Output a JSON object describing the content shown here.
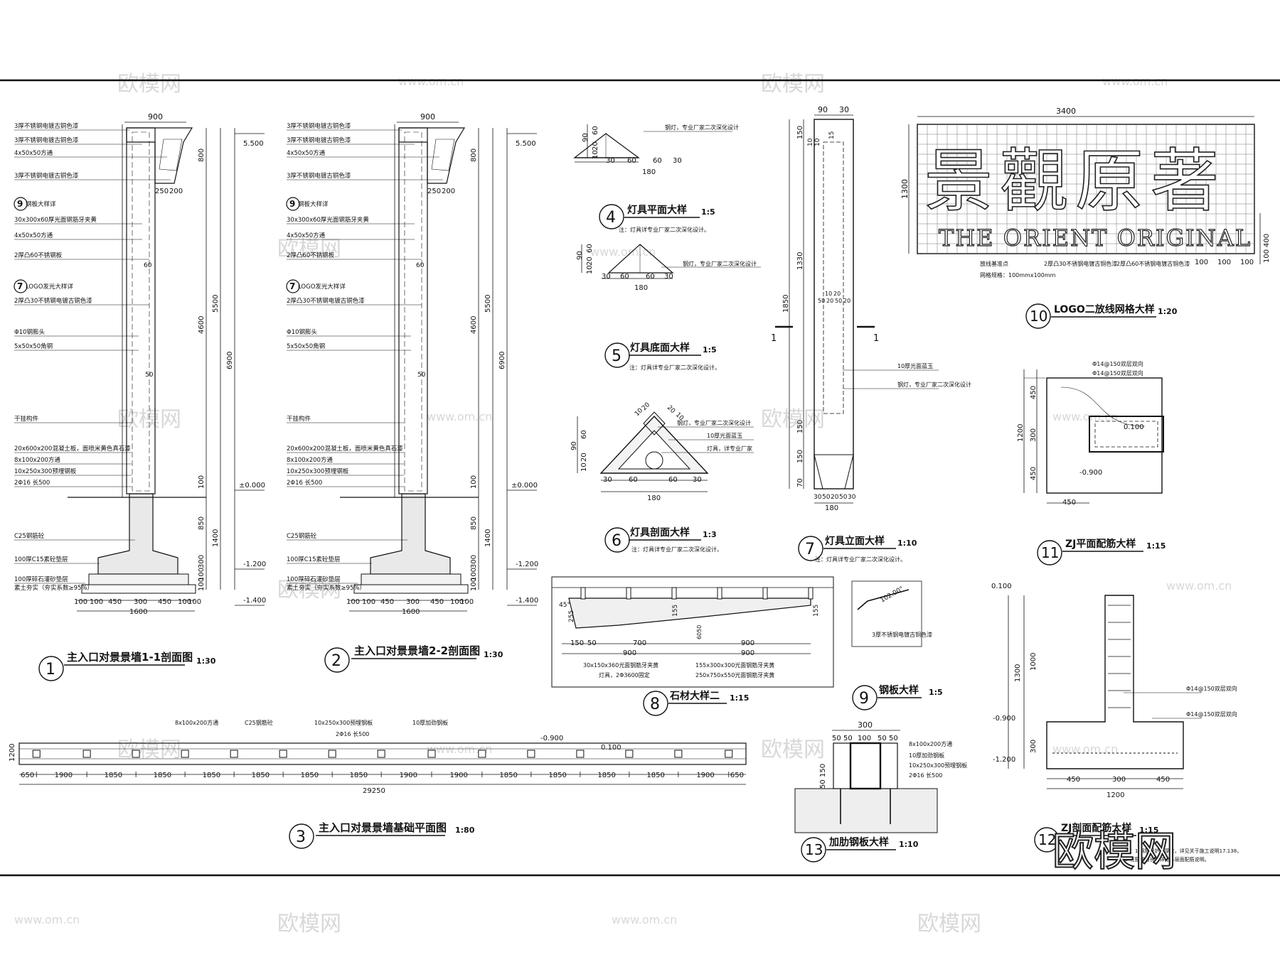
{
  "watermark": {
    "brand": "欧模网",
    "site": "www.om.cn"
  },
  "details": [
    {
      "num": "1",
      "title": "主入口对景景墙1-1剖面图",
      "scale": "1:30"
    },
    {
      "num": "2",
      "title": "主入口对景景墙2-2剖面图",
      "scale": "1:30"
    },
    {
      "num": "3",
      "title": "主入口对景景墙基础平面图",
      "scale": "1:80"
    },
    {
      "num": "4",
      "title": "灯具平面大样",
      "scale": "1:5"
    },
    {
      "num": "5",
      "title": "灯具底面大样",
      "scale": "1:5"
    },
    {
      "num": "6",
      "title": "灯具剖面大样",
      "scale": "1:3"
    },
    {
      "num": "7",
      "title": "灯具立面大样",
      "scale": "1:10"
    },
    {
      "num": "8",
      "title": "石材大样二",
      "scale": "1:15"
    },
    {
      "num": "9",
      "title": "钢板大样",
      "scale": "1:5"
    },
    {
      "num": "10",
      "title": "LOGO二放线网格大样",
      "scale": "1:20"
    },
    {
      "num": "11",
      "title": "ZJ平面配筋大样",
      "scale": "1:15"
    },
    {
      "num": "12",
      "title": "ZJ剖面配筋大样",
      "scale": "1:15"
    },
    {
      "num": "13",
      "title": "加肋钢板大样",
      "scale": "1:10"
    }
  ],
  "section": {
    "top_dim": "900",
    "labels": [
      "3厚不锈钢电镀古铜色漆",
      "3厚不锈钢电镀古铜色漆",
      "4x50x50方通",
      "3厚不锈钢电镀古铜色漆",
      "钢板大样详",
      "30x300x60厚光面钢筋牙夹黄",
      "4x50x50方通",
      "2厚凸60不锈钢板",
      "LOGO发光大样详",
      "2厚凸30不锈钢电镀古铜色漆",
      "Φ10钢膨头",
      "5x50x50角钢",
      "干挂构件",
      "20x600x200混凝土板，面喷米黄色真石漆",
      "8x100x200方通",
      "10x250x300预埋钢板",
      "2Φ16 长500",
      "C25钢筋砼",
      "100厚C15素砼垫层",
      "100厚碎石灌砂垫层",
      "素土夯实（夯实系数≥95%）"
    ],
    "inner_dims": [
      "250",
      "200",
      "60",
      "50"
    ],
    "levels": [
      "5.500",
      "±0.000",
      "-1.200",
      "-1.400"
    ],
    "right_dims": [
      "800",
      "4600",
      "5500",
      "6900",
      "100",
      "850",
      "1400",
      "300",
      "100",
      "100"
    ],
    "bottom_dims": [
      "100",
      "100",
      "450",
      "300",
      "450",
      "100",
      "100"
    ],
    "base_width": "1600"
  },
  "d4": {
    "h": [
      "90",
      "60",
      "20",
      "10"
    ],
    "w": [
      "30",
      "60",
      "60",
      "30"
    ],
    "total": "180",
    "note": "钢灯，专业厂家二次深化设计",
    "sub": "注：灯具详专业厂家二次深化设计。"
  },
  "d6": {
    "top": [
      "10",
      "20",
      "20",
      "10"
    ],
    "h": [
      "90",
      "60",
      "20",
      "10"
    ],
    "w": [
      "30",
      "60",
      "60",
      "30"
    ],
    "total": "180",
    "notes": [
      "钢灯，专业厂家二次深化设计",
      "10厚光面蓝玉",
      "灯具，详专业厂家"
    ]
  },
  "d7": {
    "top": [
      "90",
      "30"
    ],
    "left": [
      "150",
      "10",
      "10",
      "15",
      "1330",
      "1850",
      "150",
      "150",
      "70"
    ],
    "mid": [
      "10",
      "20",
      "50",
      "20",
      "50",
      "20"
    ],
    "bottom": [
      "30",
      "50",
      "20",
      "50",
      "30"
    ],
    "total": "180",
    "section_mark": "1",
    "notes": [
      "10厚光面蓝玉",
      "钢灯，专业厂家二次深化设计"
    ]
  },
  "d8": {
    "dims": [
      "155",
      "255",
      "150",
      "50",
      "700",
      "900",
      "900",
      "900",
      "6050"
    ],
    "angle": "45°",
    "notes": [
      "30x150x360光面钢筋牙夹黄",
      "灯具，2Φ3600固定",
      "155x300x300光面钢筋牙夹黄",
      "250x750x550光面钢筋牙夹黄"
    ]
  },
  "d9": {
    "angle": "102.00°",
    "note": "3厚不锈钢电镀古铜色漆"
  },
  "d10": {
    "width": "3400",
    "height": "1300",
    "right": [
      "400",
      "100"
    ],
    "bottom": [
      "100",
      "100",
      "100"
    ],
    "logo_cn": "景觀原著",
    "logo_en": "THE ORIENT ORIGINAL",
    "notes": [
      "放线基准点",
      "2厚凸30不锈钢电镀古铜色漆",
      "2厚凸60不锈钢电镀古铜色漆",
      "网格规格：100mmx100mm"
    ]
  },
  "d11": {
    "rebar": [
      "Φ14@150双层双向",
      "Φ14@150双层双向"
    ],
    "levels": [
      "0.100",
      "-0.900"
    ],
    "dims": [
      "450",
      "300",
      "450",
      "1200",
      "450"
    ]
  },
  "d12": {
    "levels": [
      "0.100",
      "-0.900",
      "-1.200"
    ],
    "dims": [
      "1300",
      "1000",
      "300"
    ],
    "rebar": [
      "Φ14@150双层双向",
      "Φ14@150双层双向"
    ],
    "bottom": [
      "450",
      "300",
      "450"
    ],
    "total": "1200",
    "notes": [
      "注：1.钢筋保护层厚度，详见关于施工说明17.138，",
      "2.柱筋锚固长度详见各层面配筋说明。"
    ]
  },
  "d13": {
    "top": "300",
    "dims": [
      "50",
      "50",
      "100",
      "50",
      "50"
    ],
    "left": [
      "150",
      "50"
    ],
    "notes": [
      "8x100x200方通",
      "10厚加劲钢板",
      "10x250x300预埋钢板",
      "2Φ16 长500"
    ]
  },
  "d3": {
    "dims": [
      "650",
      "1900",
      "1850",
      "1850",
      "1850",
      "1850",
      "1850",
      "1850",
      "1900",
      "1900",
      "1850",
      "1850",
      "1850",
      "1850",
      "1900",
      "650"
    ],
    "total": "29250",
    "height": "1200",
    "levels": [
      "-0.900",
      "0.100"
    ],
    "notes": [
      "8x100x200方通",
      "C25钢筋砼",
      "10x250x300预埋钢板",
      "2Φ16 长500",
      "10厚加劲钢板"
    ]
  }
}
